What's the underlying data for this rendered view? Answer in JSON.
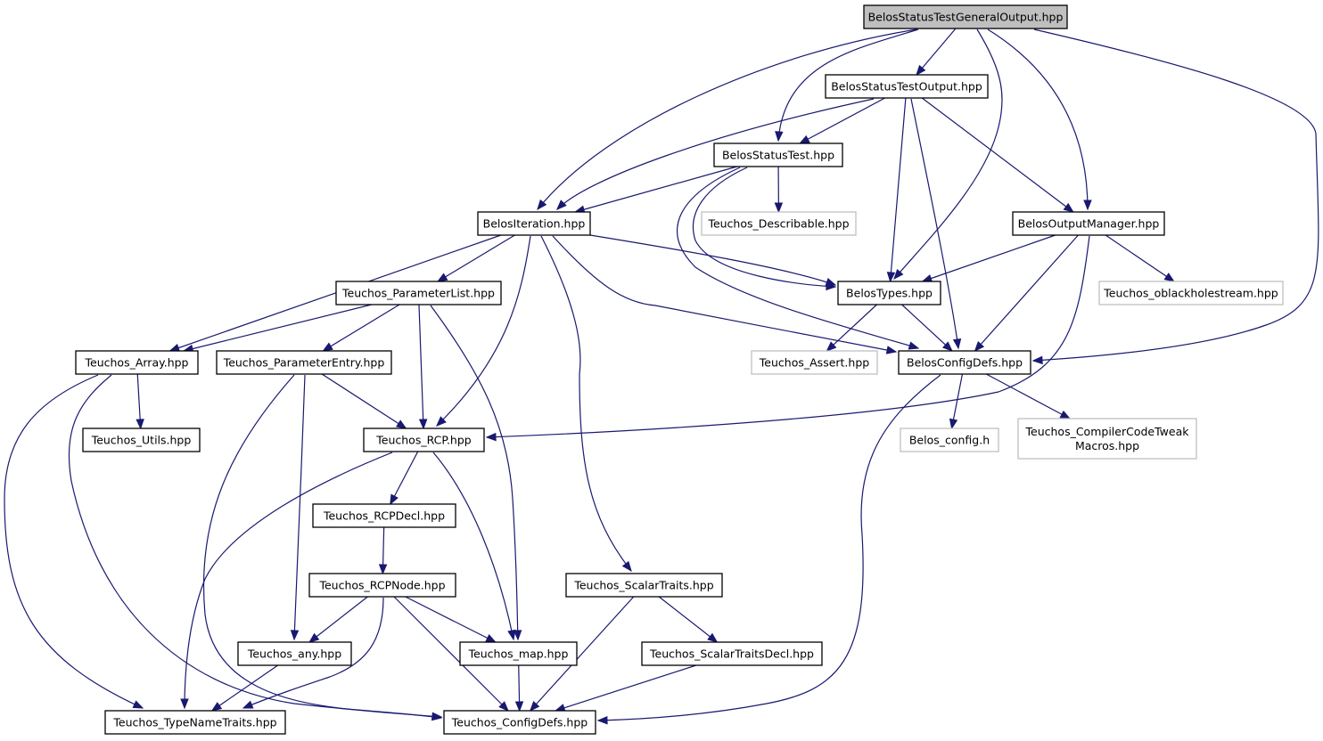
{
  "colors": {
    "edge": "#191970",
    "node_border": "#000000",
    "external_border": "#bfbfbf",
    "root_fill": "#bfbfbf"
  },
  "nodes": {
    "n_root": {
      "lines": [
        "BelosStatusTestGeneralOutput.hpp"
      ],
      "kind": "root"
    },
    "n_sto": {
      "lines": [
        "BelosStatusTestOutput.hpp"
      ],
      "kind": "normal"
    },
    "n_st": {
      "lines": [
        "BelosStatusTest.hpp"
      ],
      "kind": "normal"
    },
    "n_iter": {
      "lines": [
        "BelosIteration.hpp"
      ],
      "kind": "normal"
    },
    "n_desc": {
      "lines": [
        "Teuchos_Describable.hpp"
      ],
      "kind": "external"
    },
    "n_om": {
      "lines": [
        "BelosOutputManager.hpp"
      ],
      "kind": "normal"
    },
    "n_pl": {
      "lines": [
        "Teuchos_ParameterList.hpp"
      ],
      "kind": "normal"
    },
    "n_types": {
      "lines": [
        "BelosTypes.hpp"
      ],
      "kind": "normal"
    },
    "n_obh": {
      "lines": [
        "Teuchos_oblackholestream.hpp"
      ],
      "kind": "external"
    },
    "n_array": {
      "lines": [
        "Teuchos_Array.hpp"
      ],
      "kind": "normal"
    },
    "n_pe": {
      "lines": [
        "Teuchos_ParameterEntry.hpp"
      ],
      "kind": "normal"
    },
    "n_assert": {
      "lines": [
        "Teuchos_Assert.hpp"
      ],
      "kind": "external"
    },
    "n_bcd": {
      "lines": [
        "BelosConfigDefs.hpp"
      ],
      "kind": "normal"
    },
    "n_utils": {
      "lines": [
        "Teuchos_Utils.hpp"
      ],
      "kind": "normal"
    },
    "n_rcp": {
      "lines": [
        "Teuchos_RCP.hpp"
      ],
      "kind": "normal"
    },
    "n_bconf": {
      "lines": [
        "Belos_config.h"
      ],
      "kind": "external"
    },
    "n_cctm": {
      "lines": [
        "Teuchos_CompilerCodeTweak",
        "Macros.hpp"
      ],
      "kind": "external"
    },
    "n_rcpdecl": {
      "lines": [
        "Teuchos_RCPDecl.hpp"
      ],
      "kind": "normal"
    },
    "n_rcpnode": {
      "lines": [
        "Teuchos_RCPNode.hpp"
      ],
      "kind": "normal"
    },
    "n_scalar": {
      "lines": [
        "Teuchos_ScalarTraits.hpp"
      ],
      "kind": "normal"
    },
    "n_any": {
      "lines": [
        "Teuchos_any.hpp"
      ],
      "kind": "normal"
    },
    "n_map": {
      "lines": [
        "Teuchos_map.hpp"
      ],
      "kind": "normal"
    },
    "n_scalardecl": {
      "lines": [
        "Teuchos_ScalarTraitsDecl.hpp"
      ],
      "kind": "normal"
    },
    "n_tnt": {
      "lines": [
        "Teuchos_TypeNameTraits.hpp"
      ],
      "kind": "normal"
    },
    "n_tcd": {
      "lines": [
        "Teuchos_ConfigDefs.hpp"
      ],
      "kind": "normal"
    }
  },
  "edges": [
    [
      "n_root",
      "n_sto"
    ],
    [
      "n_root",
      "n_st"
    ],
    [
      "n_root",
      "n_iter"
    ],
    [
      "n_root",
      "n_types"
    ],
    [
      "n_root",
      "n_om"
    ],
    [
      "n_root",
      "n_bcd"
    ],
    [
      "n_sto",
      "n_st"
    ],
    [
      "n_sto",
      "n_iter"
    ],
    [
      "n_sto",
      "n_types"
    ],
    [
      "n_sto",
      "n_bcd"
    ],
    [
      "n_sto",
      "n_om"
    ],
    [
      "n_st",
      "n_iter"
    ],
    [
      "n_st",
      "n_desc"
    ],
    [
      "n_st",
      "n_types"
    ],
    [
      "n_st",
      "n_bcd"
    ],
    [
      "n_iter",
      "n_pl"
    ],
    [
      "n_iter",
      "n_array"
    ],
    [
      "n_iter",
      "n_rcp"
    ],
    [
      "n_iter",
      "n_scalar"
    ],
    [
      "n_iter",
      "n_types"
    ],
    [
      "n_iter",
      "n_bcd"
    ],
    [
      "n_om",
      "n_types"
    ],
    [
      "n_om",
      "n_obh"
    ],
    [
      "n_om",
      "n_bcd"
    ],
    [
      "n_om",
      "n_rcp"
    ],
    [
      "n_pl",
      "n_array"
    ],
    [
      "n_pl",
      "n_pe"
    ],
    [
      "n_pl",
      "n_rcp"
    ],
    [
      "n_pl",
      "n_map"
    ],
    [
      "n_types",
      "n_assert"
    ],
    [
      "n_types",
      "n_bcd"
    ],
    [
      "n_array",
      "n_utils"
    ],
    [
      "n_array",
      "n_tnt"
    ],
    [
      "n_array",
      "n_tcd"
    ],
    [
      "n_pe",
      "n_rcp"
    ],
    [
      "n_pe",
      "n_any"
    ],
    [
      "n_pe",
      "n_tcd"
    ],
    [
      "n_bcd",
      "n_bconf"
    ],
    [
      "n_bcd",
      "n_cctm"
    ],
    [
      "n_bcd",
      "n_tcd"
    ],
    [
      "n_rcp",
      "n_rcpdecl"
    ],
    [
      "n_rcp",
      "n_map"
    ],
    [
      "n_rcp",
      "n_tnt"
    ],
    [
      "n_rcpdecl",
      "n_rcpnode"
    ],
    [
      "n_rcpnode",
      "n_any"
    ],
    [
      "n_rcpnode",
      "n_map"
    ],
    [
      "n_rcpnode",
      "n_tnt"
    ],
    [
      "n_rcpnode",
      "n_tcd"
    ],
    [
      "n_scalar",
      "n_scalardecl"
    ],
    [
      "n_scalar",
      "n_tcd"
    ],
    [
      "n_any",
      "n_tnt"
    ],
    [
      "n_map",
      "n_tcd"
    ],
    [
      "n_scalardecl",
      "n_tcd"
    ]
  ]
}
